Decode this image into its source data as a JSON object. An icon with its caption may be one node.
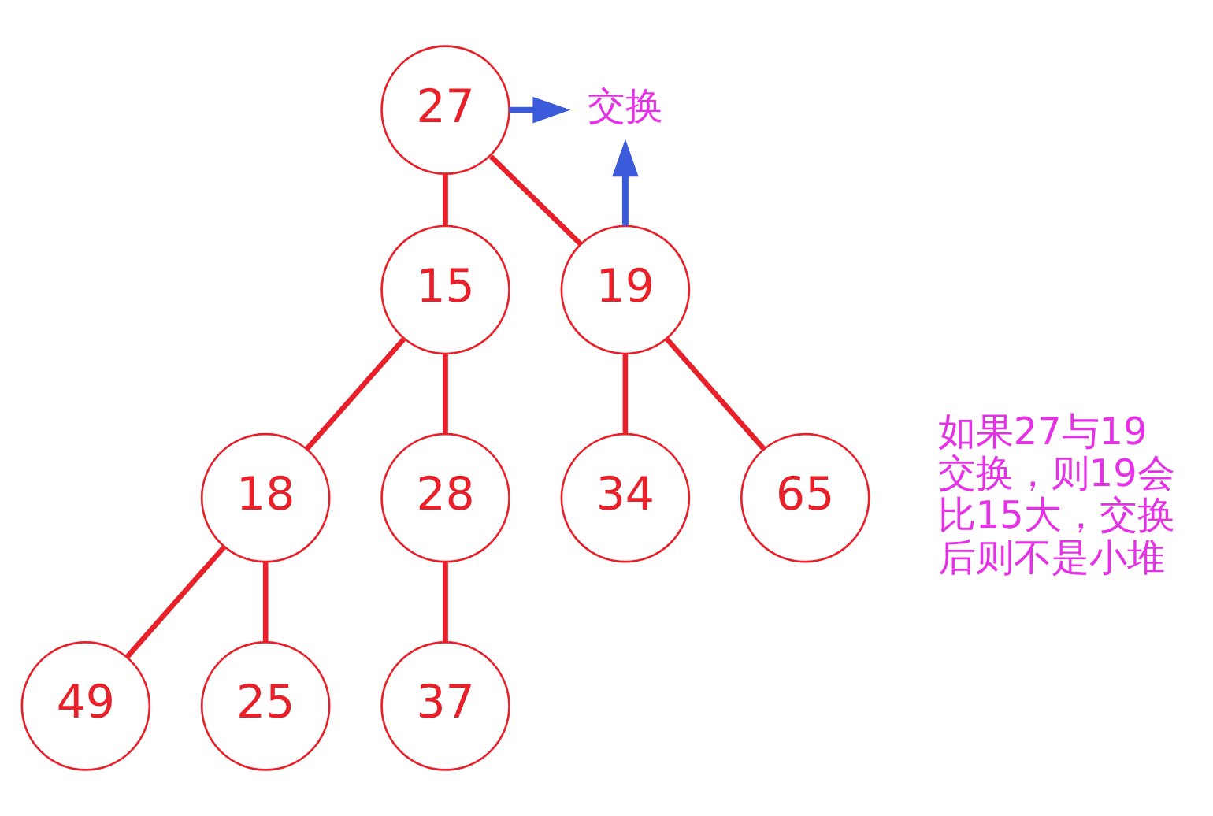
{
  "diagram": {
    "nodes": [
      {
        "text": [
          "27"
        ]
      },
      {
        "text": [
          "15"
        ]
      },
      {
        "text": [
          "19"
        ]
      },
      {
        "text": [
          "18"
        ]
      },
      {
        "text": [
          "28"
        ]
      },
      {
        "text": [
          "34"
        ]
      },
      {
        "text": [
          "65"
        ]
      },
      {
        "text": [
          "49"
        ]
      },
      {
        "text": [
          "25"
        ]
      },
      {
        "text": [
          "37"
        ]
      },
      {
        "text": [
          "交换"
        ]
      }
    ],
    "edges": [
      {
        "from": 0,
        "to": 1,
        "arrow": "none"
      },
      {
        "from": 0,
        "to": 2,
        "arrow": "none"
      },
      {
        "from": 1,
        "to": 3,
        "arrow": "none"
      },
      {
        "from": 1,
        "to": 4,
        "arrow": "none"
      },
      {
        "from": 2,
        "to": 5,
        "arrow": "none"
      },
      {
        "from": 2,
        "to": 6,
        "arrow": "none"
      },
      {
        "from": 3,
        "to": 7,
        "arrow": "none"
      },
      {
        "from": 3,
        "to": 8,
        "arrow": "none"
      },
      {
        "from": 4,
        "to": 9,
        "arrow": "none"
      },
      {
        "from": 0,
        "to": 10,
        "arrow": "to",
        "color": "#3b5bdb"
      },
      {
        "from": 2,
        "to": 10,
        "arrow": "to",
        "color": "#3b5bdb"
      }
    ],
    "labels": [
      "如果27与19交换，则19会比15大，交换后则不是小堆"
    ]
  }
}
